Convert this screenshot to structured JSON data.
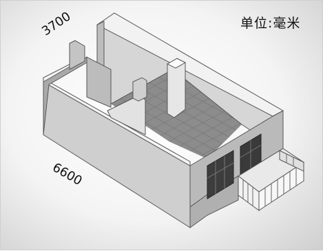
{
  "unit_label": "单位:毫米",
  "dimensions": {
    "width_label": "3700",
    "length_label": "6600"
  }
}
